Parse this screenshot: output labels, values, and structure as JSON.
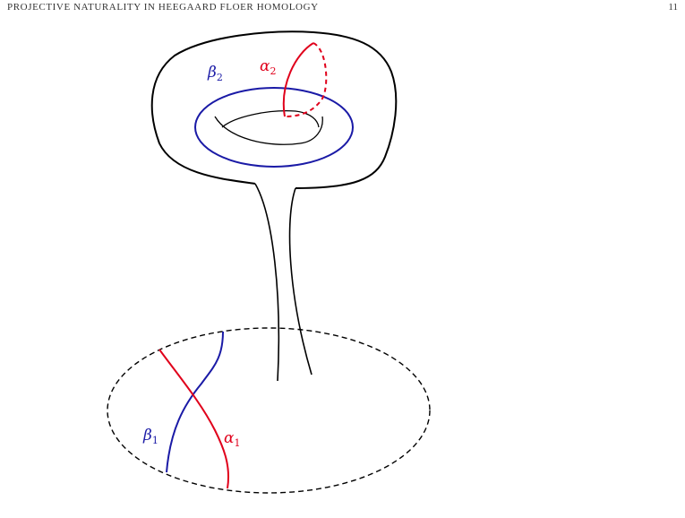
{
  "header": {
    "running_title": "PROJECTIVE NATURALITY IN HEEGAARD FLOER HOMOLOGY",
    "page_number": "11"
  },
  "figure": {
    "labels": {
      "beta2": {
        "base": "β",
        "sub": "2"
      },
      "alpha2": {
        "base": "α",
        "sub": "2"
      },
      "beta1": {
        "base": "β",
        "sub": "1"
      },
      "alpha1": {
        "base": "α",
        "sub": "1"
      }
    },
    "colors": {
      "alpha": "#e0001b",
      "beta": "#1a1aa6",
      "surface": "#000000"
    }
  }
}
